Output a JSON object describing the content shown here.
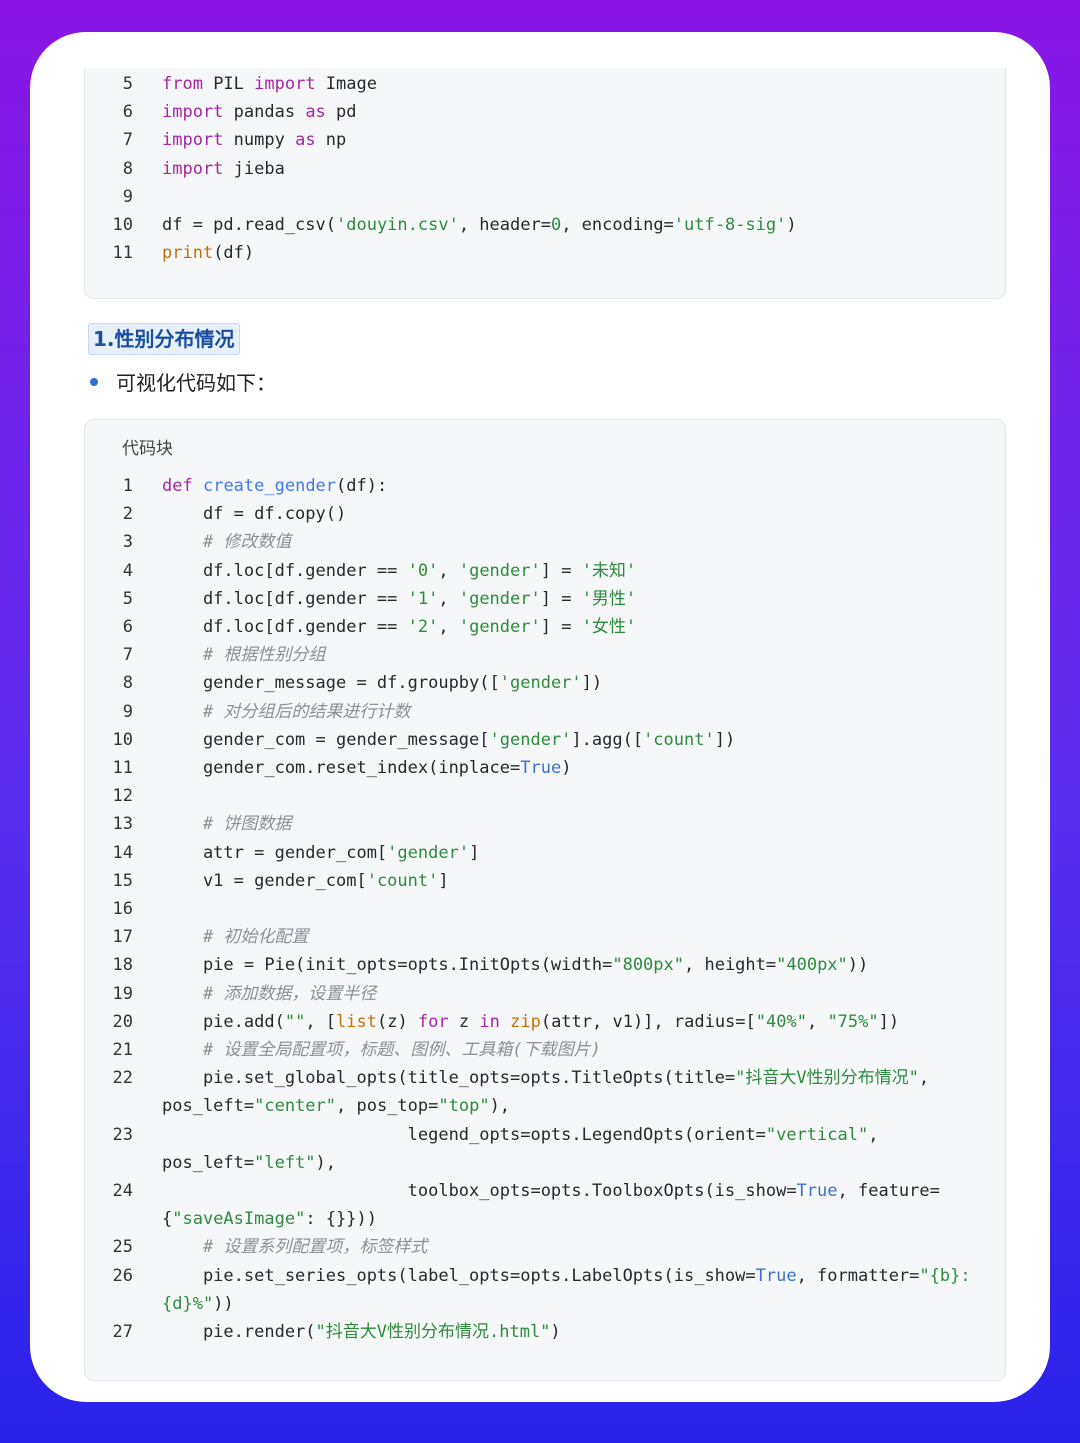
{
  "top_code": {
    "lines": [
      {
        "n": "5",
        "html": "<span class=\"kw\">from</span> PIL <span class=\"kw\">import</span> Image"
      },
      {
        "n": "6",
        "html": "<span class=\"kw\">import</span> pandas <span class=\"kw\">as</span> pd"
      },
      {
        "n": "7",
        "html": "<span class=\"kw\">import</span> numpy <span class=\"kw\">as</span> np"
      },
      {
        "n": "8",
        "html": "<span class=\"kw\">import</span> jieba"
      },
      {
        "n": "9",
        "html": ""
      },
      {
        "n": "10",
        "html": "df = pd.read_csv(<span class=\"str\">'douyin.csv'</span>, header=<span class=\"num\">0</span>, encoding=<span class=\"str\">'utf-8-sig'</span>)"
      },
      {
        "n": "11",
        "html": "<span class=\"bi\">print</span>(df)"
      }
    ]
  },
  "section": {
    "heading": "1.性别分布情况",
    "bullet": "可视化代码如下："
  },
  "main_code": {
    "block_title": "代码块",
    "lines": [
      {
        "n": "1",
        "html": "<span class=\"kw\">def</span> <span class=\"fn\">create_gender</span>(df):"
      },
      {
        "n": "2",
        "html": "    df = df.copy()"
      },
      {
        "n": "3",
        "html": "    <span class=\"cm\"># 修改数值</span>"
      },
      {
        "n": "4",
        "html": "    df.loc[df.gender == <span class=\"str\">'0'</span>, <span class=\"str\">'gender'</span>] = <span class=\"str\">'未知'</span>"
      },
      {
        "n": "5",
        "html": "    df.loc[df.gender == <span class=\"str\">'1'</span>, <span class=\"str\">'gender'</span>] = <span class=\"str\">'男性'</span>"
      },
      {
        "n": "6",
        "html": "    df.loc[df.gender == <span class=\"str\">'2'</span>, <span class=\"str\">'gender'</span>] = <span class=\"str\">'女性'</span>"
      },
      {
        "n": "7",
        "html": "    <span class=\"cm\"># 根据性别分组</span>"
      },
      {
        "n": "8",
        "html": "    gender_message = df.groupby([<span class=\"str\">'gender'</span>])"
      },
      {
        "n": "9",
        "html": "    <span class=\"cm\"># 对分组后的结果进行计数</span>"
      },
      {
        "n": "10",
        "html": "    gender_com = gender_message[<span class=\"str\">'gender'</span>].agg([<span class=\"str\">'count'</span>])"
      },
      {
        "n": "11",
        "html": "    gender_com.reset_index(inplace=<span class=\"tr\">True</span>)"
      },
      {
        "n": "12",
        "html": ""
      },
      {
        "n": "13",
        "html": "    <span class=\"cm\"># 饼图数据</span>"
      },
      {
        "n": "14",
        "html": "    attr = gender_com[<span class=\"str\">'gender'</span>]"
      },
      {
        "n": "15",
        "html": "    v1 = gender_com[<span class=\"str\">'count'</span>]"
      },
      {
        "n": "16",
        "html": ""
      },
      {
        "n": "17",
        "html": "    <span class=\"cm\"># 初始化配置</span>"
      },
      {
        "n": "18",
        "html": "    pie = Pie(init_opts=opts.InitOpts(width=<span class=\"str\">\"800px\"</span>, height=<span class=\"str\">\"400px\"</span>))"
      },
      {
        "n": "19",
        "html": "    <span class=\"cm\"># 添加数据，设置半径</span>"
      },
      {
        "n": "20",
        "html": "    pie.add(<span class=\"str\">\"\"</span>, [<span class=\"bi\">list</span>(z) <span class=\"kw\">for</span> z <span class=\"kw\">in</span> <span class=\"bi\">zip</span>(attr, v1)], radius=[<span class=\"str\">\"40%\"</span>, <span class=\"str\">\"75%\"</span>])"
      },
      {
        "n": "21",
        "html": "    <span class=\"cm\"># 设置全局配置项，标题、图例、工具箱(下载图片)</span>"
      },
      {
        "n": "22",
        "html": "    pie.set_global_opts(title_opts=opts.TitleOpts(title=<span class=\"str\">\"抖音大V性别分布情况\"</span>,"
      },
      {
        "n": "",
        "html": "pos_left=<span class=\"str\">\"center\"</span>, pos_top=<span class=\"str\">\"top\"</span>),"
      },
      {
        "n": "23",
        "html": "                        legend_opts=opts.LegendOpts(orient=<span class=\"str\">\"vertical\"</span>,"
      },
      {
        "n": "",
        "html": "pos_left=<span class=\"str\">\"left\"</span>),"
      },
      {
        "n": "24",
        "html": "                        toolbox_opts=opts.ToolboxOpts(is_show=<span class=\"tr\">True</span>, feature="
      },
      {
        "n": "",
        "html": "{<span class=\"str\">\"saveAsImage\"</span>: {}}))"
      },
      {
        "n": "25",
        "html": "    <span class=\"cm\"># 设置系列配置项，标签样式</span>"
      },
      {
        "n": "26",
        "html": "    pie.set_series_opts(label_opts=opts.LabelOpts(is_show=<span class=\"tr\">True</span>, formatter=<span class=\"str\">\"{b}:</span>"
      },
      {
        "n": "",
        "html": "<span class=\"str\">{d}%\"</span>))"
      },
      {
        "n": "27",
        "html": "    pie.render(<span class=\"str\">\"抖音大V性别分布情况.html\"</span>)"
      }
    ]
  }
}
